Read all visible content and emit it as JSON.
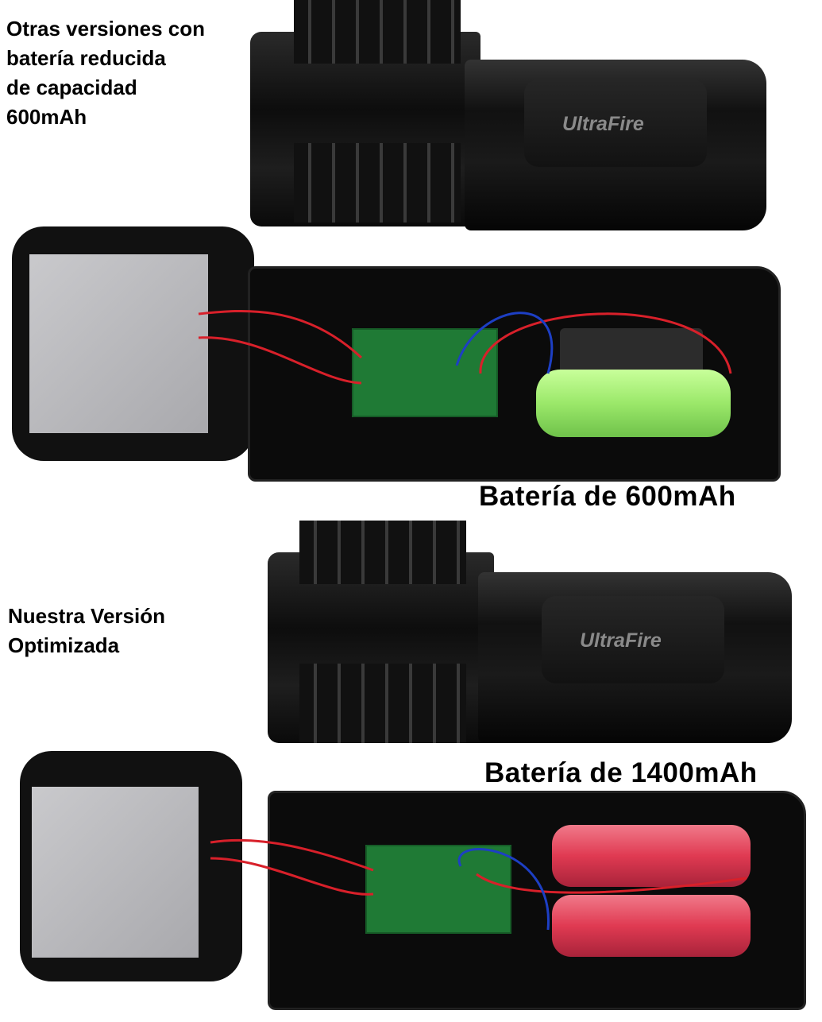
{
  "captions": {
    "top_note": [
      "Otras versiones con",
      "batería reducida",
      "de capacidad",
      "600mAh"
    ],
    "battery_600": "Batería de 600mAh",
    "bottom_note": [
      "Nuestra Versión",
      "Optimizada"
    ],
    "battery_1400": "Batería de 1400mAh"
  },
  "brand_logo": "UltraFire",
  "colors": {
    "pcb": "#1f7a35",
    "wire_red": "#d8202a",
    "wire_blue": "#1d3fc4",
    "battery_600": "#9be86a",
    "battery_1400": "#e03a52"
  }
}
